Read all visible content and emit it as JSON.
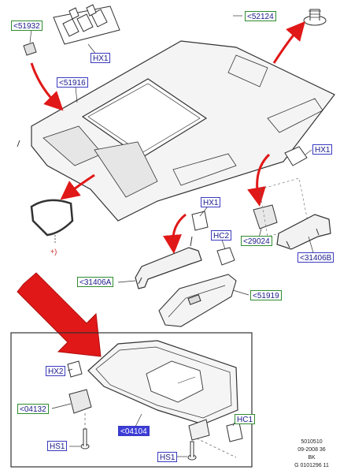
{
  "callouts": {
    "c51932": "<51932",
    "hx1_top": "HX1",
    "c52124": "<52124",
    "c51916": "<51916",
    "hx1_right": "HX1",
    "hx1_mid": "HX1",
    "hc2": "HC2",
    "c29024": "<29024",
    "c31406b": "<31406B",
    "c31406a": "<31406A",
    "c51919": "<51919",
    "hx2": "HX2",
    "c04132": "<04132",
    "c04104": "<04104",
    "hc1": "HC1",
    "hs1_left": "HS1",
    "hs1_bottom": "HS1"
  },
  "plus_mark": "+)",
  "footer": {
    "line1": "5010510",
    "line2": "09-2008 36",
    "line3": "BK",
    "line4": "G 0101296 11"
  },
  "colors": {
    "label_green": "#2e8b2e",
    "label_blue": "#3a3ac0",
    "label_blue_fill": "#3c3cd8",
    "arrow_red": "#e01818",
    "line_art": "#333333"
  }
}
